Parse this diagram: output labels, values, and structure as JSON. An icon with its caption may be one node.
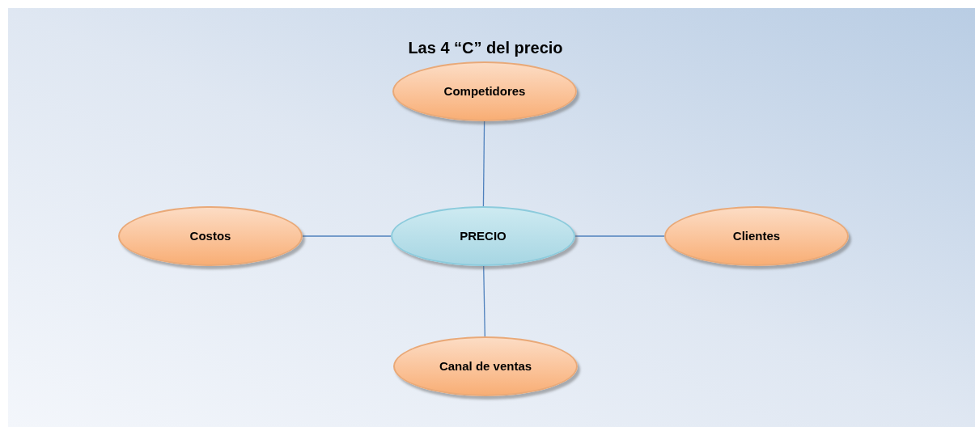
{
  "diagram": {
    "title": "Las 4 “C” del precio",
    "nodes": [
      {
        "text": [
          "Competidores"
        ]
      },
      {
        "text": [
          "Costos"
        ]
      },
      {
        "text": [
          "PRECIO"
        ]
      },
      {
        "text": [
          "Clientes"
        ]
      },
      {
        "text": [
          "Canal de ventas"
        ]
      }
    ],
    "edges": [
      {
        "from": 2,
        "to": 0,
        "arrow": "none"
      },
      {
        "from": 2,
        "to": 1,
        "arrow": "none"
      },
      {
        "from": 2,
        "to": 3,
        "arrow": "none"
      },
      {
        "from": 2,
        "to": 4,
        "arrow": "none"
      }
    ]
  }
}
